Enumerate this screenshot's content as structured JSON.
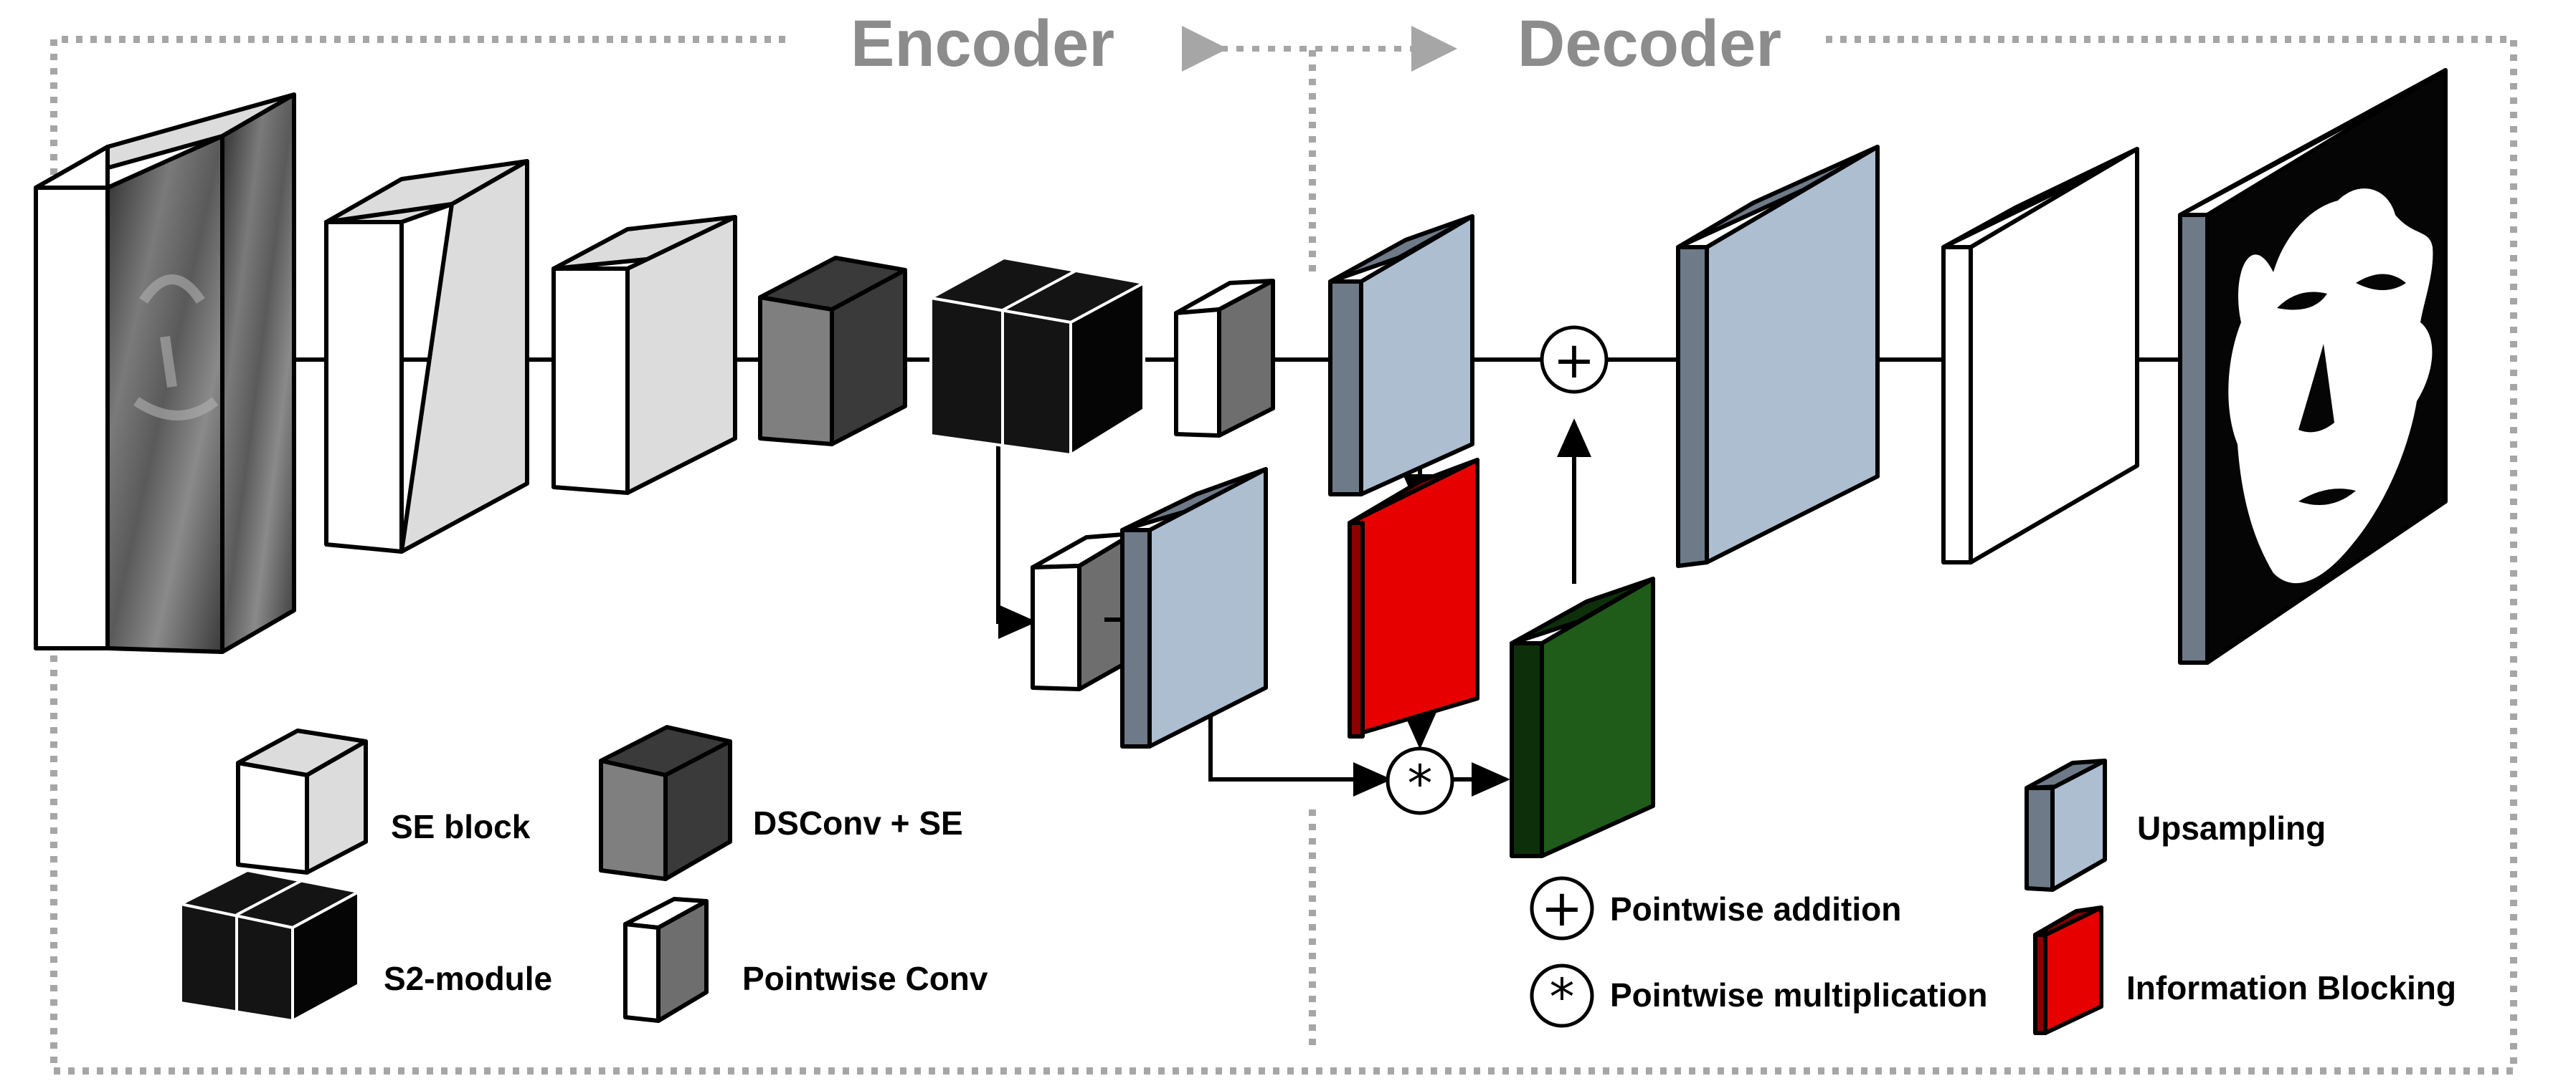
{
  "titles": {
    "encoder": "Encoder",
    "decoder": "Decoder"
  },
  "operators": {
    "add_symbol": "+",
    "mul_symbol": "*"
  },
  "legend": {
    "se_block": "SE block",
    "dsconv_se": "DSConv + SE",
    "s2_module": "S2-module",
    "pointwise_conv": "Pointwise Conv",
    "pointwise_addition": "Pointwise addition",
    "pointwise_multiplication": "Pointwise multiplication",
    "upsampling": "Upsampling",
    "information_blocking": "Information Blocking"
  },
  "colors": {
    "frame": "#a6a6a6",
    "title": "#8c8c8c",
    "se_front": "#ffffff",
    "se_side": "#dcdcdc",
    "dsconv_front": "#7f7f7f",
    "dsconv_side": "#3a3a3a",
    "s2": "#141414",
    "upsampling_front": "#aebed1",
    "upsampling_side": "#6e7a88",
    "info_blocking": "#e60000",
    "info_blocking_side": "#8c0000",
    "gate": "#1f5c1a",
    "gate_side": "#0d300a"
  }
}
